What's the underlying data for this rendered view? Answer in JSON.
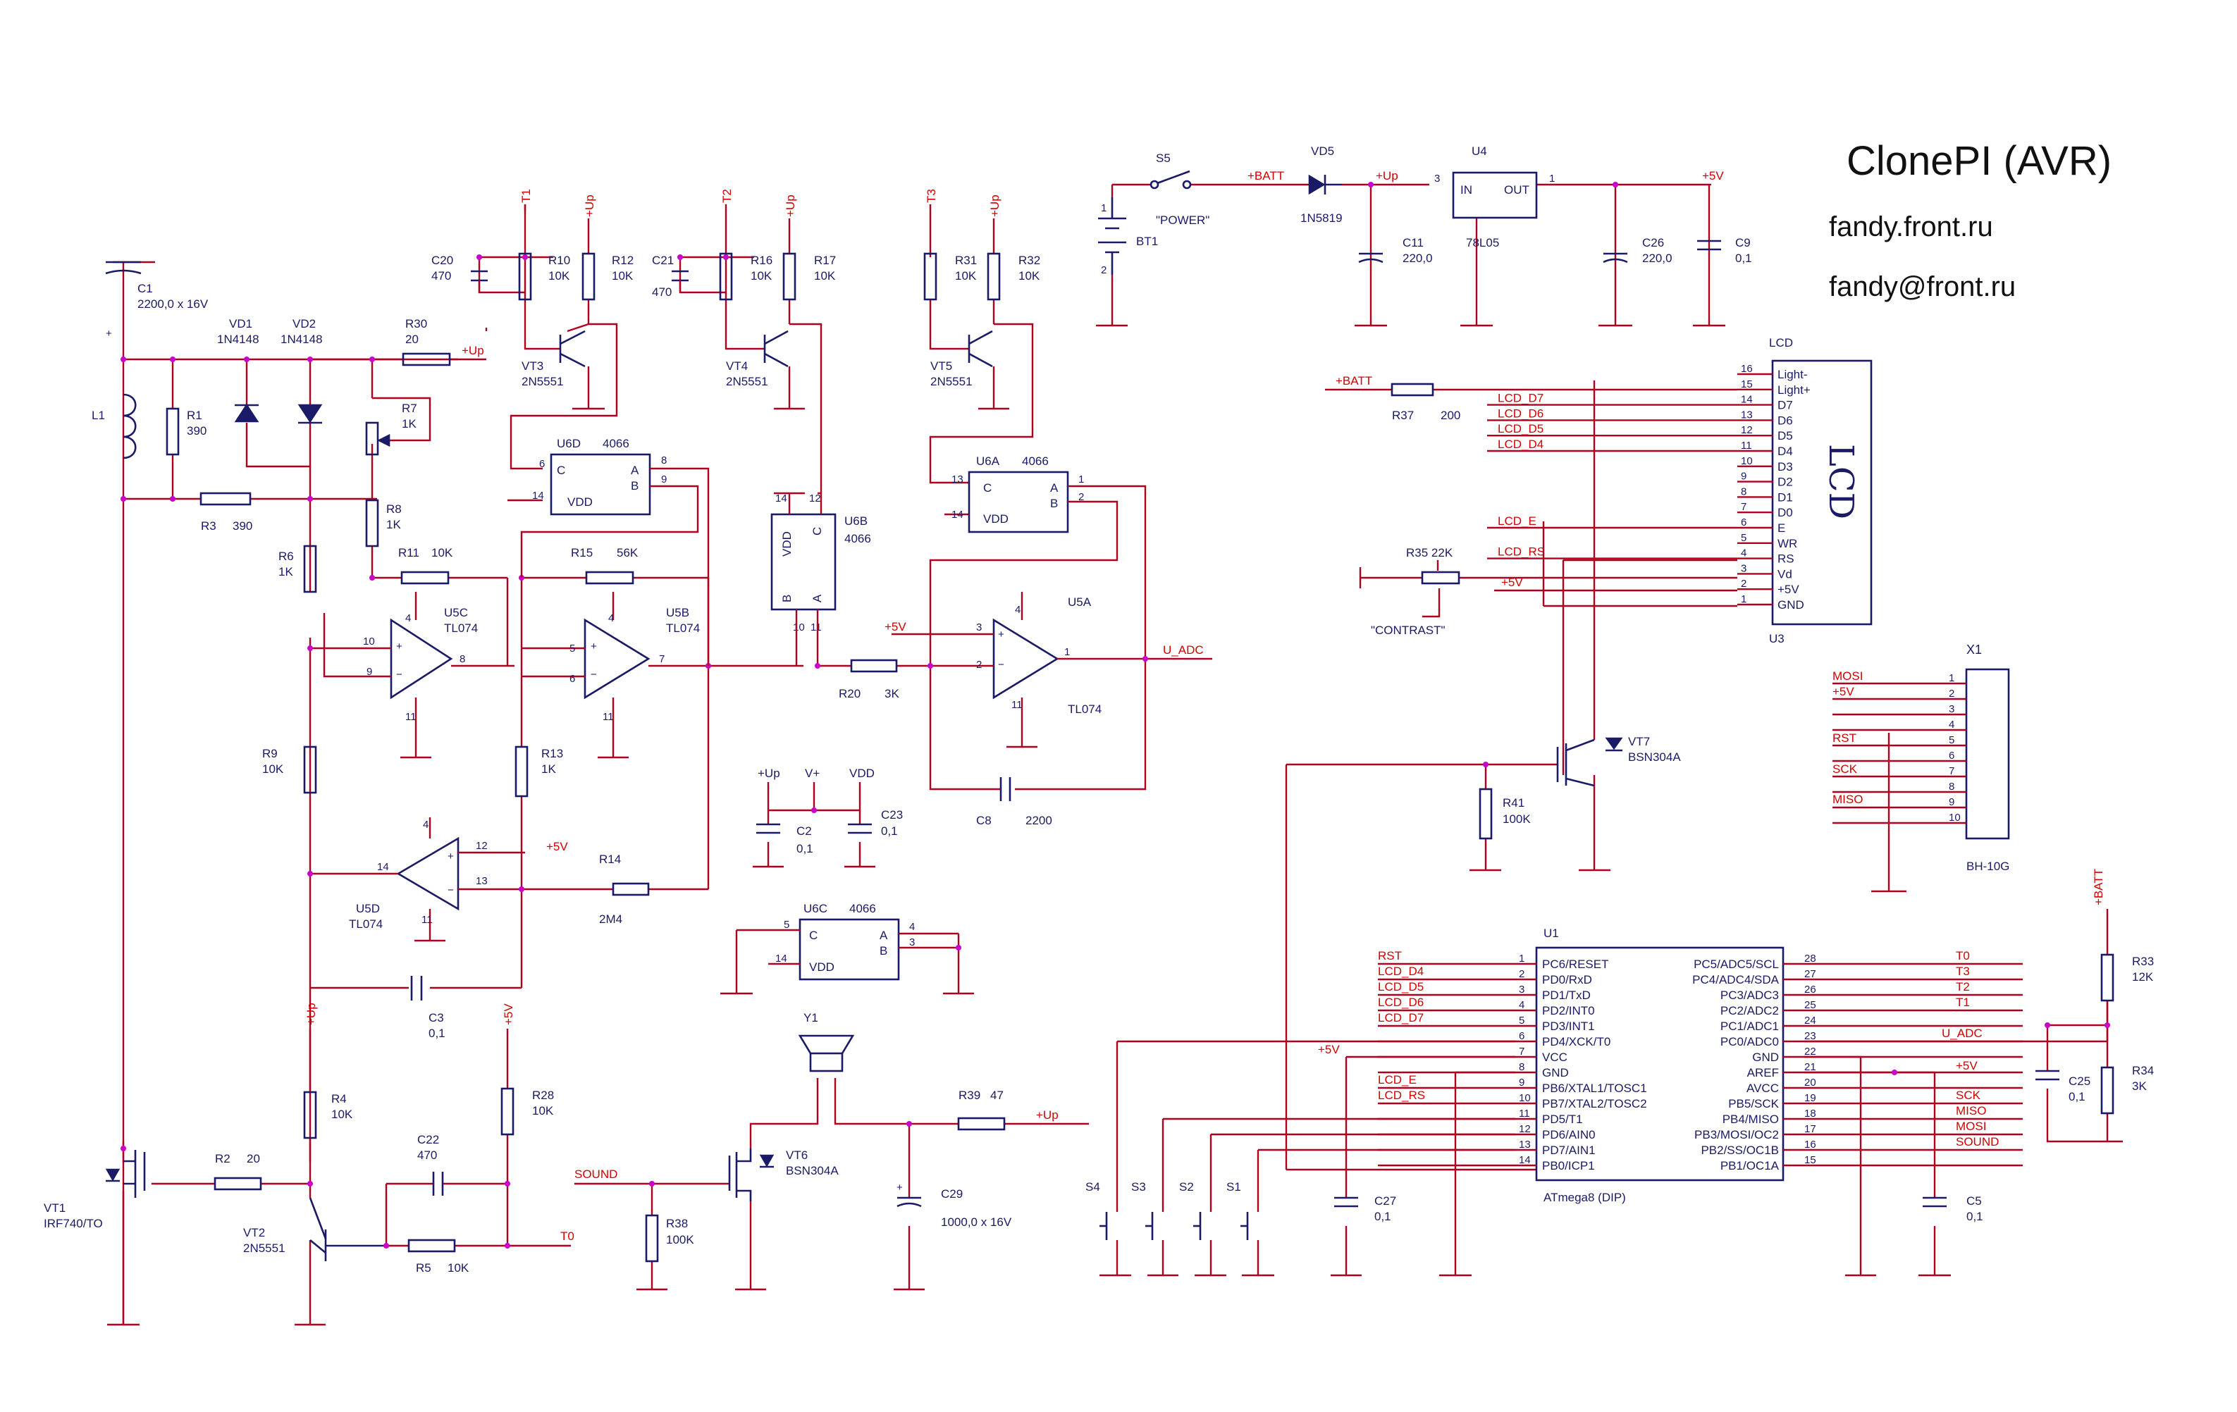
{
  "header": {
    "title": "ClonePI (AVR)",
    "url": "fandy.front.ru",
    "email": "fandy@front.ru"
  },
  "colors": {
    "wire": "#b00020",
    "component": "#1a1a66",
    "junction": "#cc00cc",
    "netlabel": "#d40000"
  },
  "power": {
    "s5": "S5",
    "s5_label": "\"POWER\"",
    "bt1": "BT1",
    "batt": "+BATT",
    "vd5": "VD5",
    "vd5_part": "1N5819",
    "u4": "U4",
    "u4_part": "78L05",
    "u4_in": "IN",
    "u4_out": "OUT",
    "up": "+Up",
    "v5": "+5V",
    "c11": "C11",
    "c11_val": "220,0",
    "c26": "C26",
    "c26_val": "220,0",
    "c9": "C9",
    "c9_val": "0,1"
  },
  "lcd": {
    "ref": "LCD",
    "u3": "U3",
    "big": "LCD",
    "pins": [
      {
        "n": "16",
        "name": "Light-"
      },
      {
        "n": "15",
        "name": "Light+"
      },
      {
        "n": "14",
        "name": "D7"
      },
      {
        "n": "13",
        "name": "D6"
      },
      {
        "n": "12",
        "name": "D5"
      },
      {
        "n": "11",
        "name": "D4"
      },
      {
        "n": "10",
        "name": "D3"
      },
      {
        "n": "9",
        "name": "D2"
      },
      {
        "n": "8",
        "name": "D1"
      },
      {
        "n": "7",
        "name": "D0"
      },
      {
        "n": "6",
        "name": "E"
      },
      {
        "n": "5",
        "name": "WR"
      },
      {
        "n": "4",
        "name": "RS"
      },
      {
        "n": "3",
        "name": "Vd"
      },
      {
        "n": "2",
        "name": "+5V"
      },
      {
        "n": "1",
        "name": "GND"
      }
    ],
    "nets": [
      "LCD_D7",
      "LCD_D6",
      "LCD_D5",
      "LCD_D4",
      "LCD_E",
      "LCD_RS"
    ],
    "r37": "R37",
    "r37_val": "200",
    "r35": "R35 22K",
    "contrast": "\"CONTRAST\""
  },
  "x1": {
    "ref": "X1",
    "part": "BH-10G",
    "pins": [
      "1",
      "2",
      "3",
      "4",
      "5",
      "6",
      "7",
      "8",
      "9",
      "10"
    ],
    "nets": [
      "MOSI",
      "+5V",
      "RST",
      "SCK",
      "MISO"
    ]
  },
  "vt7": {
    "ref": "VT7",
    "part": "BSN304A",
    "r41": "R41",
    "r41_val": "100K"
  },
  "mcu": {
    "ref": "U1",
    "part": "ATmega8 (DIP)",
    "left": [
      {
        "n": "1",
        "name": "PC6/RESET"
      },
      {
        "n": "2",
        "name": "PD0/RxD"
      },
      {
        "n": "3",
        "name": "PD1/TxD"
      },
      {
        "n": "4",
        "name": "PD2/INT0"
      },
      {
        "n": "5",
        "name": "PD3/INT1"
      },
      {
        "n": "6",
        "name": "PD4/XCK/T0"
      },
      {
        "n": "7",
        "name": "VCC"
      },
      {
        "n": "8",
        "name": "GND"
      },
      {
        "n": "9",
        "name": "PB6/XTAL1/TOSC1"
      },
      {
        "n": "10",
        "name": "PB7/XTAL2/TOSC2"
      },
      {
        "n": "11",
        "name": "PD5/T1"
      },
      {
        "n": "12",
        "name": "PD6/AIN0"
      },
      {
        "n": "13",
        "name": "PD7/AIN1"
      },
      {
        "n": "14",
        "name": "PB0/ICP1"
      }
    ],
    "right": [
      {
        "n": "28",
        "name": "PC5/ADC5/SCL"
      },
      {
        "n": "27",
        "name": "PC4/ADC4/SDA"
      },
      {
        "n": "26",
        "name": "PC3/ADC3"
      },
      {
        "n": "25",
        "name": "PC2/ADC2"
      },
      {
        "n": "24",
        "name": "PC1/ADC1"
      },
      {
        "n": "23",
        "name": "PC0/ADC0"
      },
      {
        "n": "22",
        "name": "GND"
      },
      {
        "n": "21",
        "name": "AREF"
      },
      {
        "n": "20",
        "name": "AVCC"
      },
      {
        "n": "19",
        "name": "PB5/SCK"
      },
      {
        "n": "18",
        "name": "PB4/MISO"
      },
      {
        "n": "17",
        "name": "PB3/MOSI/OC2"
      },
      {
        "n": "16",
        "name": "PB2/SS/OC1B"
      },
      {
        "n": "15",
        "name": "PB1/OC1A"
      }
    ],
    "left_nets": [
      "RST",
      "LCD_D4",
      "LCD_D5",
      "LCD_D6",
      "LCD_D7",
      "+5V",
      "LCD_E",
      "LCD_RS"
    ],
    "right_nets": [
      "T0",
      "T3",
      "T2",
      "T1",
      "U_ADC",
      "+5V",
      "SCK",
      "MISO",
      "MOSI",
      "SOUND"
    ],
    "c27": "C27",
    "c27_val": "0,1",
    "c5": "C5",
    "c5_val": "0,1",
    "c25": "C25",
    "c25_val": "0,1",
    "r33": "R33",
    "r33_val": "12K",
    "r34": "R34",
    "r34_val": "3K",
    "batt": "+BATT",
    "switches": [
      "S4",
      "S3",
      "S2",
      "S1"
    ]
  },
  "analog": {
    "c1": "C1",
    "c1_val": "2200,0 x 16V",
    "l1": "L1",
    "vd1": "VD1",
    "vd1_part": "1N4148",
    "vd2": "VD2",
    "vd2_part": "1N4148",
    "r1": "R1",
    "r1_val": "390",
    "r3": "R3",
    "r3_val": "390",
    "r30": "R30",
    "r30_val": "20",
    "r7": "R7",
    "r7_val": "1K",
    "r8": "R8",
    "r8_val": "1K",
    "r6": "R6",
    "r6_val": "1K",
    "r11": "R11",
    "r11_val": "10K",
    "r15": "R15",
    "r15_val": "56K",
    "r9": "R9",
    "r9_val": "10K",
    "r13": "R13",
    "r13_val": "1K",
    "r14": "R14",
    "r14_val": "2M4",
    "c3": "C3",
    "c3_val": "0,1",
    "u5c": "U5C",
    "u5b": "U5B",
    "u5d": "U5D",
    "u5a": "U5A",
    "tl074": "TL074",
    "r20": "R20",
    "r20_val": "3K",
    "c8": "C8",
    "c8_val": "2200",
    "u_adc": "U_ADC",
    "c20": "C20",
    "c20_val": "470",
    "c21": "C21",
    "c21_val": "470",
    "r10": "R10",
    "r12": "R12",
    "r16": "R16",
    "r17": "R17",
    "r31": "R31",
    "r32": "R32",
    "k10": "10K",
    "vt3": "VT3",
    "vt4": "VT4",
    "vt5": "VT5",
    "q2n5551": "2N5551",
    "u6d": "U6D",
    "u6a": "U6A",
    "u6b": "U6B",
    "u6c": "U6C",
    "p4066": "4066",
    "sw_c": "C",
    "sw_a": "A",
    "sw_b": "B",
    "vdd": "VDD",
    "t1": "T1",
    "t2": "T2",
    "t3": "T3",
    "vplus": "V+",
    "c2": "C2",
    "c2_val": "0,1",
    "c23": "C23",
    "c23_val": "0,1"
  },
  "output": {
    "vt1": "VT1",
    "vt1_part": "IRF740/TO",
    "r2": "R2",
    "r2_val": "20",
    "r4": "R4",
    "r4_val": "10K",
    "vt2": "VT2",
    "vt2_part": "2N5551",
    "c22": "C22",
    "c22_val": "470",
    "r28": "R28",
    "r28_val": "10K",
    "r5": "R5",
    "r5_val": "10K",
    "t0": "T0",
    "sound": "SOUND",
    "r38": "R38",
    "r38_val": "100K",
    "vt6": "VT6",
    "vt6_part": "BSN304A",
    "y1": "Y1",
    "r39": "R39",
    "r39_val": "47",
    "c29": "C29",
    "c29_val": "1000,0 x 16V"
  }
}
